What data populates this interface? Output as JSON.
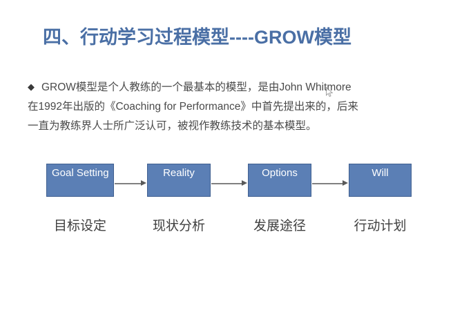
{
  "slide": {
    "background_color": "#ffffff",
    "title": "四、行动学习过程模型----GROW模型",
    "title_color": "#4a6fa5"
  },
  "body": {
    "bullet_glyph": "◆",
    "lines": [
      "GROW模型是个人教练的一个最基本的模型，是由John Whitmore",
      "在1992年出版的《Coaching for Performance》中首先提出来的，后来",
      "一直为教练界人士所广泛认可，被视作教练技术的基本模型。"
    ],
    "text_color": "#4a4a4a"
  },
  "diagram": {
    "box_fill": "#5b7fb5",
    "box_border": "#3f5f8f",
    "box_text_color": "#ffffff",
    "arrow_color": "#808080",
    "steps": [
      {
        "label": "Goal Setting",
        "caption": "目标设定"
      },
      {
        "label": "Reality",
        "caption": "现状分析"
      },
      {
        "label": "Options",
        "caption": "发展途径"
      },
      {
        "label": "Will",
        "caption": "行动计划"
      }
    ]
  }
}
